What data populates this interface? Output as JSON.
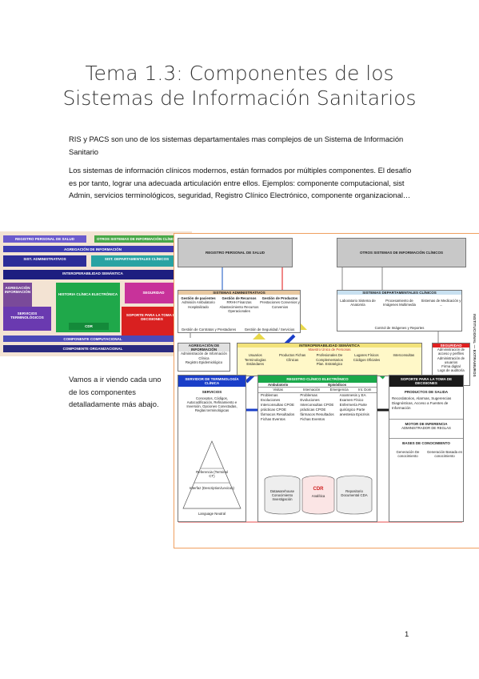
{
  "document": {
    "title_line1": "Tema 1.3: Componentes de los",
    "title_line2": "Sistemas de Información Sanitarios",
    "paragraph1": "RIS y PACS son uno de los sistemas departamentales mas complejos de un Sistema de Información Sanitario",
    "paragraph2": "Los sistemas de información clínicos modernos, están formados por múltiples componentes. El desafío es por tanto, lograr una adecuada articulación entre ellos. Ejemplos: componente computacional, sist Admin, servicios terminológicos, seguridad, Registro Clínico Electrónico, componente organizacional…",
    "side_text": "Vamos a ir viendo cada uno de los componentes detalladamente más abajo.",
    "page_number": "1"
  },
  "stack_diagram": {
    "labels": {
      "registro_personal": "REGISTRO PERSONAL DE SALUD",
      "otros_sistemas": "OTROS SISTEMAS DE INFORMACIÓN CLÍNICOS",
      "agregacion": "AGREGACIÓN DE INFORMACIÓN",
      "sist_administrativos": "SIST. ADMINISTRATIVOS",
      "sist_departamentales": "SIST. DEPARTAMENTALES CLÍNICOS",
      "interoperabilidad": "INTEROPERABILIDAD SEMÁNTICA",
      "agregacion_info": "AGREGACIÓN INFORMACIÓN",
      "historia_clinica": "HISTORIA CLÍNICA ELECTRÓNICA",
      "seguridad": "SEGURIDAD",
      "servicios_terminologicos": "SERVICIOS TERMINOLÓGICOS",
      "cdr": "CDR",
      "soporte_decisiones": "SOPORTE PARA LA TOMA DE DECISIONES",
      "componente_computacional": "COMPONENTE COMPUTACIONAL",
      "componente_organizacional": "COMPONENTE ORGANIZACIONAL"
    }
  },
  "arch_diagram": {
    "registro_personal": "REGISTRO PERSONAL DE SALUD",
    "otros_sistemas": "OTROS SISTEMAS DE INFORMACIÓN CLÍNICOS",
    "sist_admin": {
      "header": "SISTEMAS ADMINISTRATIVOS",
      "col1": "Gestión de pacientes",
      "col2": "Gestión de Recursos",
      "col3": "Gestión de Productos",
      "body1": "Admisión Ambulatorio Hospitalizado",
      "body2": "RRHH Finanzas Abastecimiento Recursos Operacionales",
      "body3": "Prestaciones Convenios y Convenios",
      "footer1": "Gestión de Contratos y Prestadores",
      "footer2": "Gestión de Seguridad / Servicios"
    },
    "sist_dept": {
      "header": "SISTEMAS DEPARTAMENTALES CLÍNICOS",
      "col1": "Laboratorio Sistema de Anatomía",
      "col2": "Procesamiento de Imágenes Multimedia",
      "col3": "Sistemas de Medicación y ...",
      "footer": "Control de Imágenes y Reportes"
    },
    "agregacion": {
      "header": "AGREGACIÓN DE INFORMACIÓN",
      "body1": "Administración de Información Clínica",
      "body2": "Registro Epidemiológico"
    },
    "interop": {
      "header": "INTEROPERABILIDAD SEMÁNTICA",
      "sub": "Maestro Único de Personas",
      "c1": "Usuarios Terminologías Estándares",
      "c2": "Productos Fichas Clínicas",
      "c3": "Profesionales De Complementarios Plan. Estratégico",
      "c4": "Lugares Físicos Códigos Oficiales",
      "c5": "Interconsultas"
    },
    "seguridad": {
      "header": "SEGURIDAD",
      "body1": "Administración de acceso y perfiles",
      "body2": "Administración de usuarios",
      "body3": "Firma digital",
      "body4": "Logs de auditoría"
    },
    "servidor_term": {
      "header": "SERVIDOR DE TERMINOLOGÍA CLÍNICA",
      "servicios": "SERVICIOS",
      "items": "Conceptos, Códigos, Autocodificación, Refinamiento e Inversión, Opciones Conectadas, Reglas terminológicas",
      "pyr1": "Referencia (Terminal CT)",
      "pyr2": "Interfaz (Description/Lexicon)",
      "pyr3": "Language Neutral"
    },
    "rce": {
      "header": "REGISTRO CLÍNICO ELECTRÓNICO",
      "ambulatorio": "Ambulatorio",
      "episodicos": "Episódicos",
      "visitas": "Visitas",
      "internacion": "Internación",
      "emergencia": "Emergencia",
      "int_dom": "Int. Dom",
      "list1": "Problemas Evoluciones Interconsultas CPOE prácticas CPOE fármacos Resultados Fichas Eventos",
      "list2": "Problemas Evoluciones Interconsultas CPOE prácticas CPOE fármacos Resultados Fichas Eventos",
      "list3": "Anamnesis y EA Examen Físico Enfermería Parte quirúrgico Parte anestesia Epicrisis",
      "db1": "Datawarehouse Conocimiento Investigación",
      "cdr": "CDR",
      "cdr_sub": "Analítica",
      "db3": "Repositorio Documental CDA"
    },
    "soporte": {
      "header": "SOPORTE PARA LA TOMA DE DECISIONES",
      "productos": "PRODUCTOS DE SALIDA",
      "productos_list": "Recordatorios, Alarmas, Sugerencias Diagnósticas, Acceso a Fuentes de Información",
      "motor": "MOTOR DE INFERENCIA",
      "motor_sub": "ADMINISTRADOR DE REGLAS",
      "bases": "BASES DE CONOCIMIENTO",
      "bases1": "Generación De conocimiento",
      "bases2": "Generación Basada en conocimiento"
    },
    "vertical_label": "INSTITUCIONAL — EXTRAMUROS"
  }
}
